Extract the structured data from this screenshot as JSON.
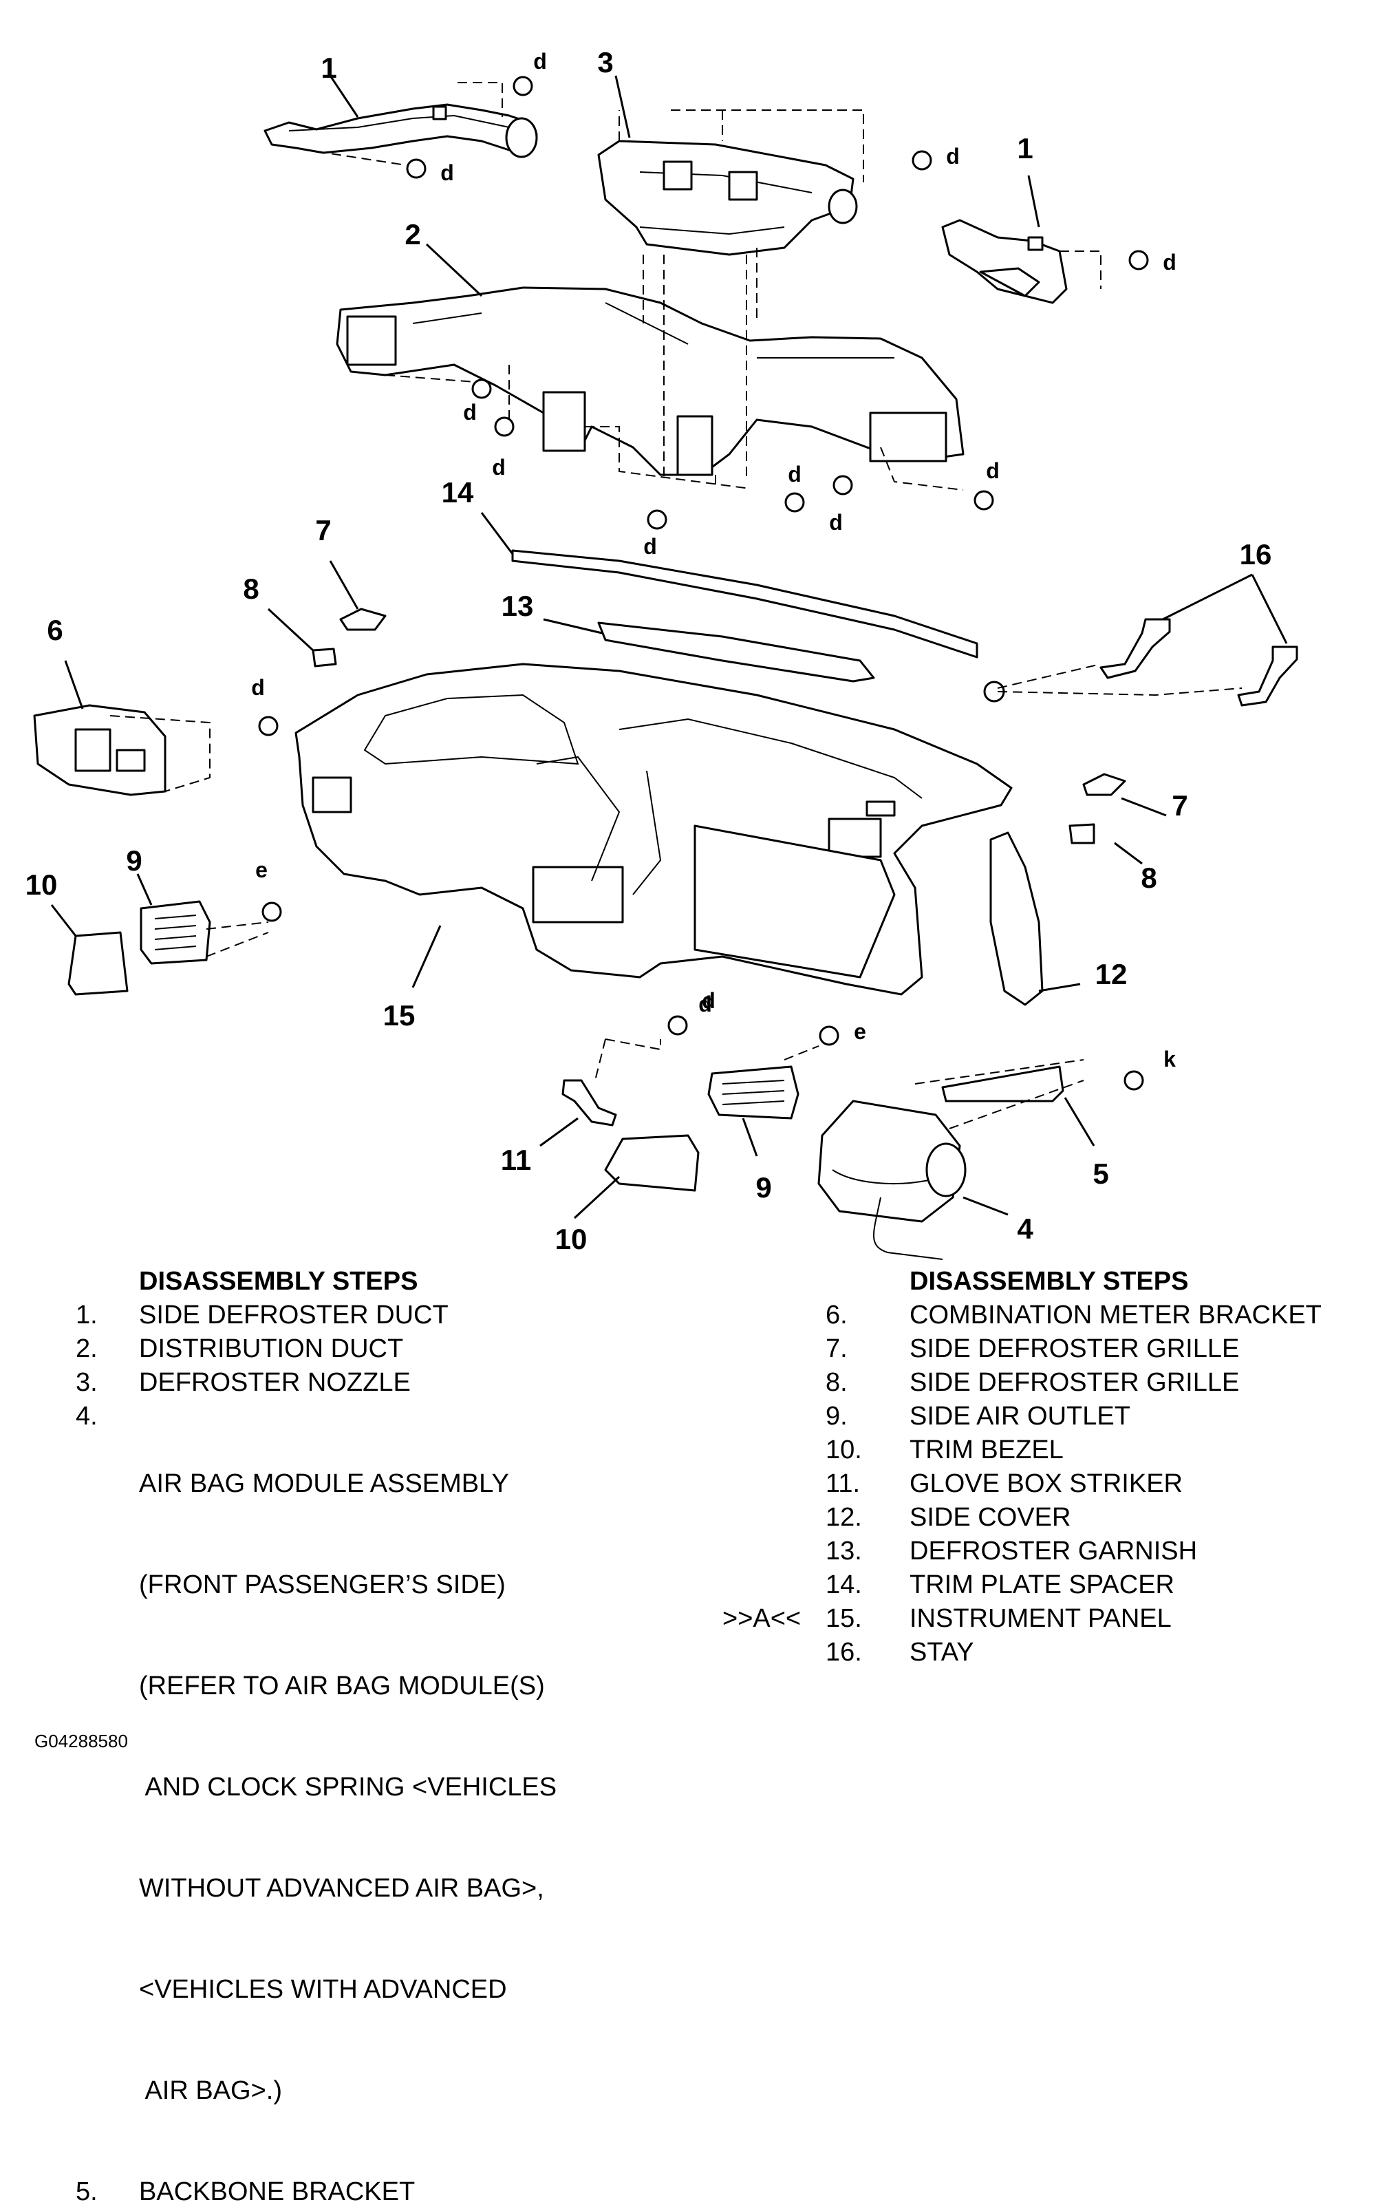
{
  "diagram": {
    "callouts": [
      "1",
      "3",
      "1",
      "2",
      "14",
      "7",
      "8",
      "16",
      "13",
      "6",
      "7",
      "9",
      "10",
      "8",
      "12",
      "15",
      "11",
      "9",
      "5",
      "10",
      "4"
    ],
    "fastener_letters": [
      "d",
      "d",
      "d",
      "d",
      "d",
      "d",
      "d",
      "d",
      "d",
      "d",
      "d",
      "d",
      "e",
      "d",
      "e",
      "k"
    ]
  },
  "steps_left": {
    "heading": "DISASSEMBLY STEPS",
    "items": [
      {
        "num": "1.",
        "text": "SIDE DEFROSTER DUCT"
      },
      {
        "num": "2.",
        "text": "DISTRIBUTION DUCT"
      },
      {
        "num": "3.",
        "text": "DEFROSTER NOZZLE"
      },
      {
        "num": "4.",
        "lines": [
          "AIR BAG MODULE ASSEMBLY",
          "(FRONT PASSENGER’S SIDE)",
          "(REFER TO AIR BAG MODULE(S)",
          " AND CLOCK SPRING <VEHICLES",
          "WITHOUT ADVANCED AIR BAG>,",
          "<VEHICLES WITH ADVANCED",
          " AIR BAG>.)"
        ]
      },
      {
        "num": "5.",
        "text": "BACKBONE BRACKET"
      }
    ]
  },
  "steps_right": {
    "heading": "DISASSEMBLY STEPS",
    "items": [
      {
        "num": "6.",
        "text": "COMBINATION METER BRACKET"
      },
      {
        "num": "7.",
        "text": "SIDE DEFROSTER GRILLE"
      },
      {
        "num": "8.",
        "text": "SIDE DEFROSTER GRILLE"
      },
      {
        "num": "9.",
        "text": "SIDE AIR OUTLET"
      },
      {
        "num": "10.",
        "text": "TRIM BEZEL"
      },
      {
        "num": "11.",
        "text": "GLOVE BOX STRIKER"
      },
      {
        "num": "12.",
        "text": "SIDE COVER"
      },
      {
        "num": "13.",
        "text": "DEFROSTER GARNISH"
      },
      {
        "num": "14.",
        "text": "TRIM PLATE SPACER"
      },
      {
        "num": "15.",
        "text": "INSTRUMENT PANEL",
        "marker": ">>A<<"
      },
      {
        "num": "16.",
        "text": "STAY"
      }
    ]
  },
  "figure_code": "G04288580"
}
